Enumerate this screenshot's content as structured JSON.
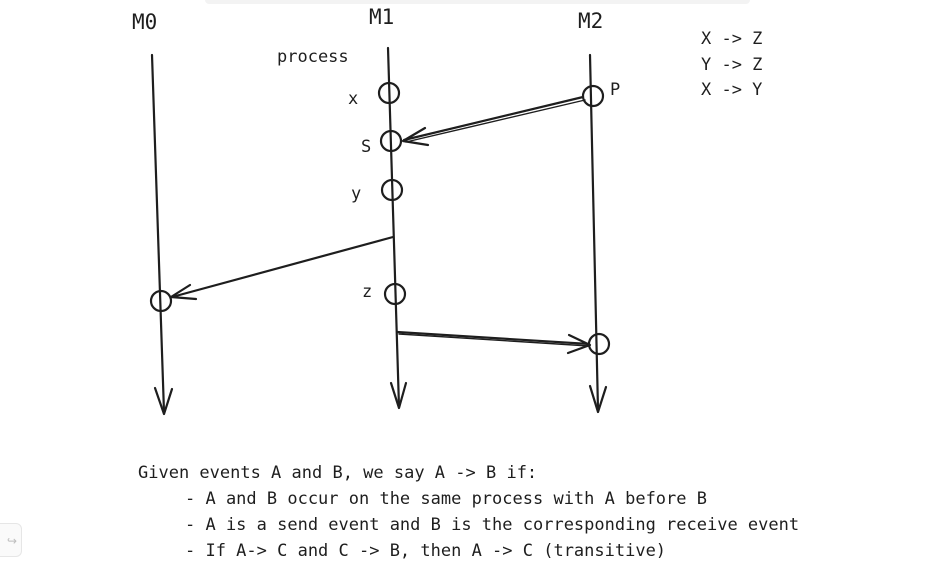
{
  "diagram": {
    "processes": [
      {
        "id": "M0",
        "label": "M0"
      },
      {
        "id": "M1",
        "label": "M1"
      },
      {
        "id": "M2",
        "label": "M2"
      }
    ],
    "process_annotation": "process",
    "event_labels": {
      "x": "x",
      "s": "S",
      "y": "y",
      "z": "z",
      "p": "P"
    },
    "messages": [
      {
        "from": "M2",
        "to": "M1",
        "from_event": "P",
        "to_event": "S"
      },
      {
        "from": "M1",
        "to": "M0",
        "from_event": "",
        "to_event": ""
      },
      {
        "from": "M1",
        "to": "M2",
        "from_event": "",
        "to_event": ""
      }
    ],
    "relations": [
      "X -> Z",
      "Y -> Z",
      "X -> Y"
    ],
    "stroke_color": "#1e1e1e"
  },
  "notes": {
    "intro": "Given events A and B, we say A -> B if:",
    "rules": [
      "- A and B occur on the same process with A before B",
      "- A is a send event and B is the corresponding receive event",
      "- If A-> C and C -> B, then A -> C (transitive)"
    ]
  },
  "corner_button": {
    "icon": "redo-icon",
    "glyph": "↪"
  }
}
